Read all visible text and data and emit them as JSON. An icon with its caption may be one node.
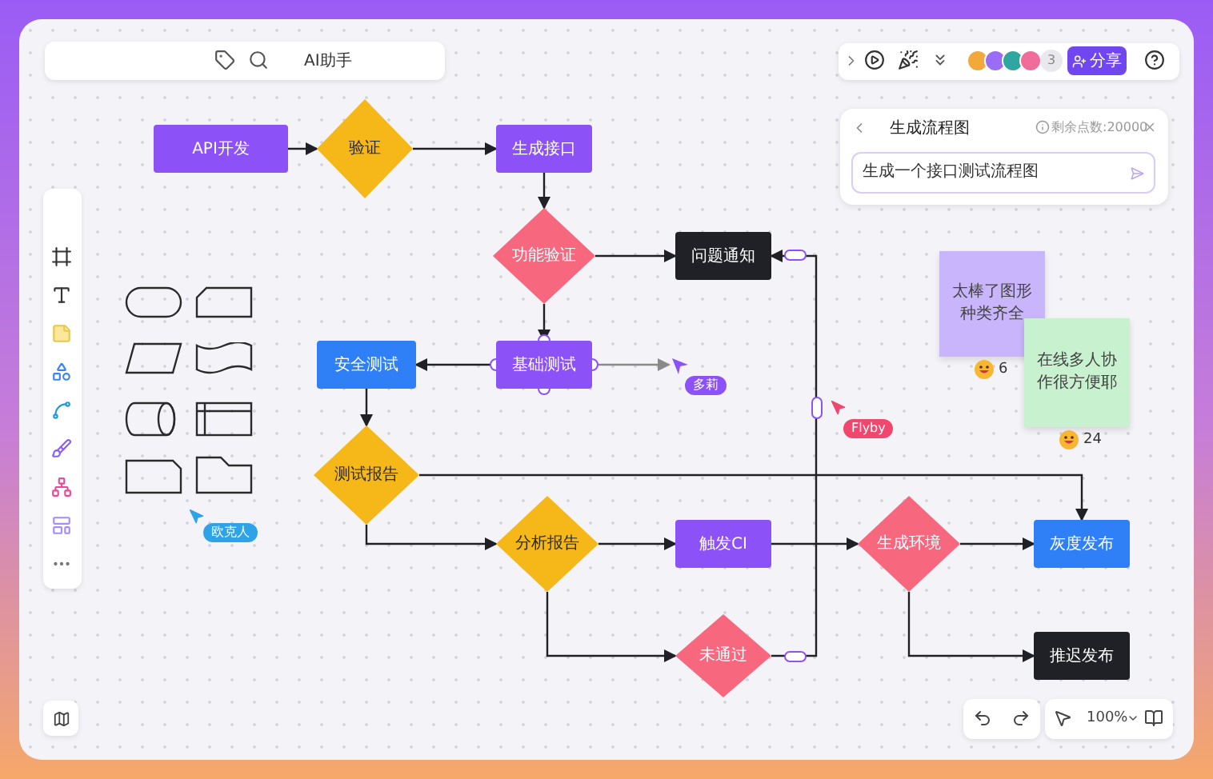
{
  "diagram": {
    "nodes": [
      {
        "text": [
          "API开发"
        ]
      },
      {
        "text": [
          "验证"
        ]
      },
      {
        "text": [
          "生成接口"
        ]
      },
      {
        "text": [
          "功能验证"
        ]
      },
      {
        "text": [
          "问题通知"
        ]
      },
      {
        "text": [
          "安全测试"
        ]
      },
      {
        "text": [
          "基础测试"
        ]
      },
      {
        "text": [
          "测试报告"
        ]
      },
      {
        "text": [
          "分析报告"
        ]
      },
      {
        "text": [
          "触发CI"
        ]
      },
      {
        "text": [
          "生成环境"
        ]
      },
      {
        "text": [
          "灰度发布"
        ]
      },
      {
        "text": [
          "未通过"
        ]
      },
      {
        "text": [
          "推迟发布"
        ]
      },
      {
        "text": [
          "太棒了图形种类齐全"
        ],
        "beside": [
          "6"
        ]
      },
      {
        "text": [
          "在线多人协作很方便耶"
        ],
        "beside": [
          "24"
        ]
      },
      {
        "text": [],
        "shape": "terminal"
      },
      {
        "text": [],
        "shape": "card"
      },
      {
        "text": [],
        "shape": "parallelogram"
      },
      {
        "text": [],
        "shape": "wave"
      },
      {
        "text": [],
        "shape": "cylinder"
      },
      {
        "text": [],
        "shape": "table"
      },
      {
        "text": [],
        "shape": "page"
      },
      {
        "text": [],
        "shape": "folder"
      },
      {
        "text": [
          "多莉"
        ]
      }
    ],
    "edges": [
      {
        "from": 0,
        "to": 1,
        "arrow": "to"
      },
      {
        "from": 1,
        "to": 2,
        "arrow": "to"
      },
      {
        "from": 2,
        "to": 3,
        "arrow": "to"
      },
      {
        "from": 3,
        "to": 4,
        "arrow": "to"
      },
      {
        "from": 3,
        "to": 6,
        "arrow": "to"
      },
      {
        "from": 6,
        "to": 5,
        "arrow": "to"
      },
      {
        "from": 6,
        "to": 24,
        "arrow": "to",
        "color": "#8a8a8a"
      },
      {
        "from": 5,
        "to": 7,
        "arrow": "to"
      },
      {
        "from": 7,
        "to": 11,
        "arrow": "to"
      },
      {
        "from": 7,
        "to": 8,
        "arrow": "to"
      },
      {
        "from": 8,
        "to": 9,
        "arrow": "to"
      },
      {
        "from": 8,
        "to": 12,
        "arrow": "to"
      },
      {
        "from": 9,
        "to": 10,
        "arrow": "to"
      },
      {
        "from": 10,
        "to": 11,
        "arrow": "to"
      },
      {
        "from": 10,
        "to": 13,
        "arrow": "to"
      },
      {
        "from": 12,
        "to": 4,
        "arrow": "to"
      }
    ],
    "labels": [
      "AI助手",
      "3",
      "分享",
      "生成流程图",
      "剩余点数:20000",
      "生成一个接口测试流程图",
      "Flyby",
      "欧克人",
      "100%"
    ]
  }
}
